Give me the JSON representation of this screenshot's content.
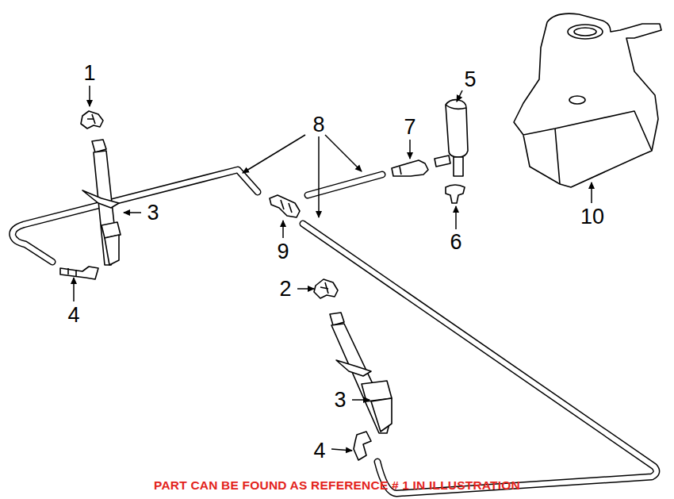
{
  "diagram": {
    "caption": "PART CAN BE FOUND AS REFERENCE # 1 IN ILLUSTRATION",
    "labels": [
      "1",
      "8",
      "7",
      "5",
      "3",
      "9",
      "6",
      "10",
      "4",
      "2",
      "3",
      "4"
    ]
  }
}
